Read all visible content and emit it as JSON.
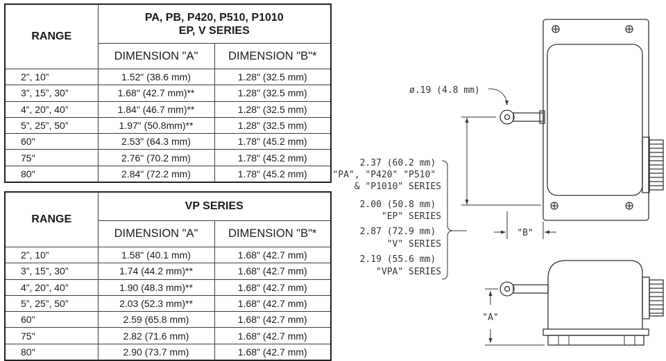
{
  "table_a": {
    "range_header": "RANGE",
    "series_header_line1": "PA, PB, P420, P510, P1010",
    "series_header_line2": "EP, V SERIES",
    "dim_a_header": "DIMENSION \"A\"",
    "dim_b_header": "DIMENSION \"B\"*",
    "rows": [
      {
        "range": "2”, 10”",
        "a": "1.52\" (38.6 mm)",
        "b": "1.28\" (32.5 mm)"
      },
      {
        "range": "3”, 15”, 30”",
        "a": "1.68\" (42.7 mm)**",
        "b": "1.28\" (32.5 mm)"
      },
      {
        "range": "4”, 20”, 40”",
        "a": "1.84\" (46.7 mm)**",
        "b": "1.28\" (32.5 mm)"
      },
      {
        "range": "5”, 25”, 50”",
        "a": "1.97\" (50.8mm)**",
        "b": "1.28\" (32.5 mm)"
      },
      {
        "range": "60\"",
        "a": "2.53\" (64.3 mm)",
        "b": "1.78\" (45.2 mm)"
      },
      {
        "range": "75\"",
        "a": "2.76\" (70.2 mm)",
        "b": "1.78\" (45.2 mm)"
      },
      {
        "range": "80\"",
        "a": "2.84\" (72.2 mm)",
        "b": "1.78\" (45.2 mm)"
      }
    ]
  },
  "table_b": {
    "range_header": "RANGE",
    "series_header": "VP SERIES",
    "dim_a_header": "DIMENSION \"A\"",
    "dim_b_header": "DIMENSION \"B\"*",
    "rows": [
      {
        "range": "2”, 10”",
        "a": "1.58\" (40.1 mm)",
        "b": "1.68\" (42.7 mm)"
      },
      {
        "range": "3”, 15”, 30”",
        "a": "1.74 (44.2 mm)**",
        "b": "1.68\" (42.7 mm)"
      },
      {
        "range": "4”, 20”, 40”",
        "a": "1.90 (48.3 mm)**",
        "b": "1.68\" (42.7 mm)"
      },
      {
        "range": "5”, 25”, 50”",
        "a": "2.03 (52.3 mm)**",
        "b": "1.68\" (42.7 mm)"
      },
      {
        "range": "60\"",
        "a": "2.59 (65.8 mm)",
        "b": "1.68\" (42.7 mm)"
      },
      {
        "range": "75\"",
        "a": "2.82 (71.6 mm)",
        "b": "1.68\" (42.7 mm)"
      },
      {
        "range": "80\"",
        "a": "2.90 (73.7 mm)",
        "b": "1.68\" (42.7 mm)"
      }
    ]
  },
  "drawing": {
    "hole_label": "ø.19 (4.8 mm)",
    "notes": [
      {
        "line1": "2.37 (60.2 mm)",
        "line2": "\"PA\", \"P420\" \"P510\"",
        "line3": "& \"P1010\" SERIES"
      },
      {
        "line1": "2.00 (50.8 mm)",
        "line2": "\"EP\" SERIES"
      },
      {
        "line1": "2.87 (72.9 mm)",
        "line2": "\"V\" SERIES"
      },
      {
        "line1": "2.19 (55.6 mm)",
        "line2": "\"VPA\" SERIES"
      }
    ],
    "dim_b_label": "\"B\"",
    "dim_a_label": "\"A\""
  }
}
